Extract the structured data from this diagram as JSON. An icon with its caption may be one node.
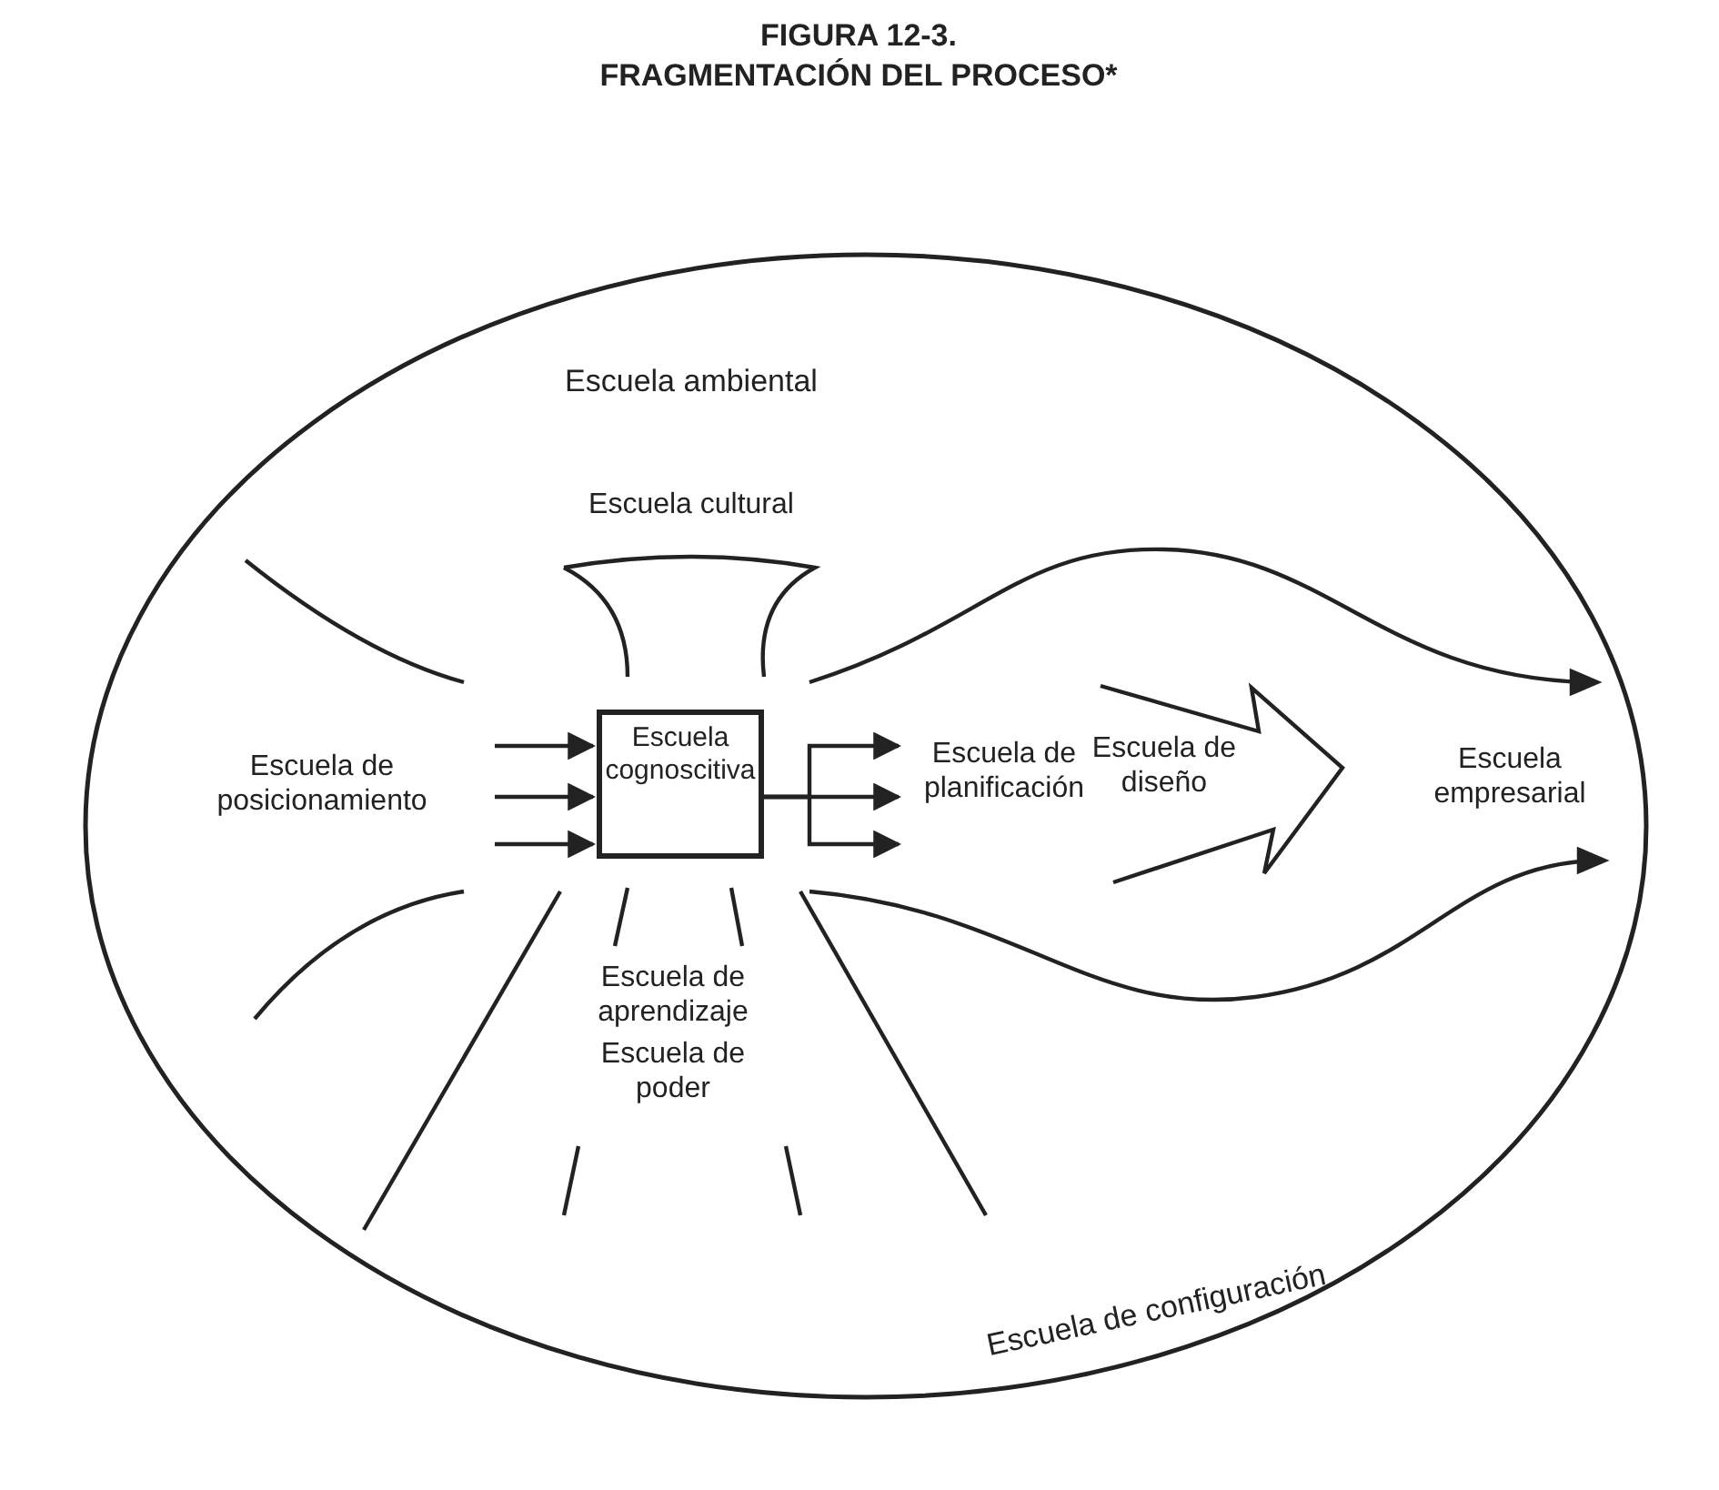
{
  "diagram": {
    "title": "FIGURA 12-3.",
    "caption": "FRAGMENTACIÓN DEL PROCESO*",
    "nodes": [
      {
        "text": [
          "Escuela ambiental"
        ],
        "beside": [
          "Escuela de configuración"
        ]
      },
      {
        "text": [
          "Escuela cognoscitiva"
        ],
        "in": 0
      },
      {
        "text": [
          "Escuela de posicionamiento"
        ],
        "in": 0
      },
      {
        "text": [
          "Escuela de planificación"
        ],
        "in": 0
      }
    ],
    "edges": [
      {
        "from": 2,
        "to": 1,
        "arrow": "to"
      },
      {
        "from": 2,
        "to": 1,
        "arrow": "to"
      },
      {
        "from": 2,
        "to": 1,
        "arrow": "to"
      },
      {
        "from": 1,
        "to": 3,
        "arrow": "to"
      },
      {
        "from": 1,
        "to": 3,
        "arrow": "to"
      },
      {
        "from": 1,
        "to": 3,
        "arrow": "to"
      }
    ],
    "labels": [
      "Escuela cultural",
      "Escuela de diseño",
      "Escuela empresarial",
      "Escuela de aprendizaje",
      "Escuela de poder"
    ]
  }
}
